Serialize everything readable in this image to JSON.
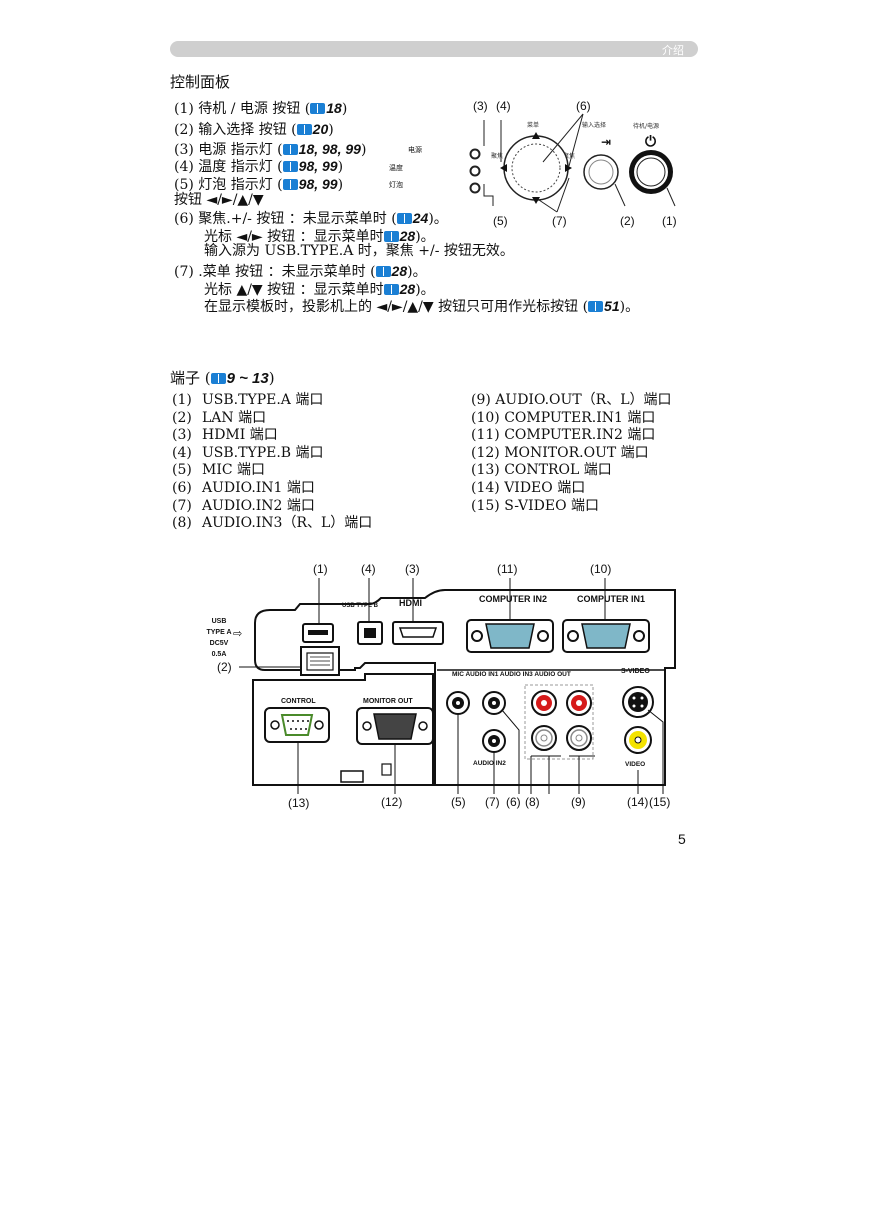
{
  "header": {
    "section_label": "介绍"
  },
  "control_panel": {
    "title": "控制面板",
    "lines": [
      {
        "pre": "(1) 待机 / 电源 按钮 (",
        "ref": "18",
        "post": ")"
      },
      {
        "pre": "(2) 输入选择 按钮 (",
        "ref": "20",
        "post": ")"
      },
      {
        "pre": "(3) 电源 指示灯 (",
        "ref": "18, 98, 99",
        "post": ")"
      },
      {
        "pre": "(4) 温度 指示灯 (",
        "ref": "98, 99",
        "post": ")"
      },
      {
        "pre": "(5) 灯泡 指示灯 (",
        "ref": "98, 99",
        "post": ")"
      },
      {
        "pre": "按钮 ◄/►/▲/▼",
        "ref": "",
        "post": ""
      },
      {
        "pre": "(6) 聚焦.+/- 按钮 ：未显示菜单时 (",
        "ref": "24",
        "post": ")。"
      },
      {
        "pre": "光标 ◄/► 按钮 ：显示菜单时",
        "ref": "28",
        "post": ")。"
      },
      {
        "pre": "输入源为 USB.TYPE.A 时，聚焦 +/- 按钮无效。",
        "ref": "",
        "post": ""
      },
      {
        "pre": "(7) .菜单 按钮 ：未显示菜单时 (",
        "ref": "28",
        "post": ")。"
      },
      {
        "pre": "光标 ▲/▼ 按钮 ：显示菜单时",
        "ref": "28",
        "post": ")。"
      },
      {
        "pre": "在显示模板时，投影机上的 ◄/►/▲/▼ 按钮只可用作光标按钮 (",
        "ref": "51",
        "post": ")。"
      }
    ],
    "figure": {
      "labels_top": [
        "(3)",
        "(4)",
        "(6)"
      ],
      "labels_bottom": [
        "(5)",
        "(7)",
        "(2)",
        "(1)"
      ],
      "power_label": "待机/电源",
      "input_label": "输入选择",
      "menu_label": "菜单",
      "focus_minus": "聚焦",
      "focus_plus": "聚焦",
      "ind_power": "电源",
      "ind_temp": "温度",
      "ind_lamp": "灯泡"
    }
  },
  "terminals": {
    "title_pre": "端子 (",
    "title_ref": "9 ~ 13",
    "title_post": ")",
    "left": [
      {
        "num": "(1)",
        "label": "USB.TYPE.A 端口"
      },
      {
        "num": "(2)",
        "label": "LAN 端口"
      },
      {
        "num": "(3)",
        "label": "HDMI 端口"
      },
      {
        "num": "(4)",
        "label": "USB.TYPE.B 端口"
      },
      {
        "num": "(5)",
        "label": "MIC 端口"
      },
      {
        "num": "(6)",
        "label": "AUDIO.IN1 端口"
      },
      {
        "num": "(7)",
        "label": "AUDIO.IN2 端口"
      },
      {
        "num": "(8)",
        "label": "AUDIO.IN3（R、L）端口"
      }
    ],
    "right": [
      "(9) AUDIO.OUT（R、L）端口",
      "(10) COMPUTER.IN1 端口",
      "(11) COMPUTER.IN2 端口",
      "(12) MONITOR.OUT 端口",
      "(13) CONTROL 端口",
      "(14) VIDEO 端口",
      "(15) S-VIDEO 端口"
    ],
    "figure": {
      "usb_note": [
        "USB",
        "TYPE A",
        "DC5V",
        "0.5A"
      ],
      "usb_type_b": "USB TYPE B",
      "hdmi": "HDMI",
      "computer_in2": "COMPUTER IN2",
      "computer_in1": "COMPUTER IN1",
      "s_video": "S-VIDEO",
      "audio_row": "MIC AUDIO IN1 AUDIO IN3 AUDIO OUT",
      "control": "CONTROL",
      "monitor_out": "MONITOR OUT",
      "audio_in2": "AUDIO IN2",
      "video": "VIDEO",
      "top_callouts": [
        "(1)",
        "(4)",
        "(3)",
        "(11)",
        "(10)"
      ],
      "side_callout": "(2)",
      "bottom_callouts": [
        "(13)",
        "(12)",
        "(5)",
        "(7)",
        "(6)",
        "(8)",
        "(9)",
        "(14)",
        "(15)"
      ]
    }
  },
  "page_number": "5"
}
